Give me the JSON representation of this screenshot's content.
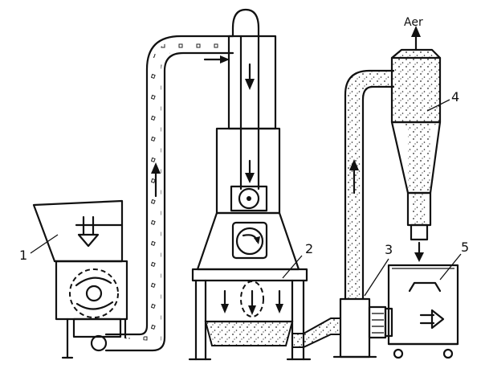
{
  "diagram": {
    "labels": [
      {
        "id": "1",
        "text": "1"
      },
      {
        "id": "2",
        "text": "2"
      },
      {
        "id": "3",
        "text": "3"
      },
      {
        "id": "4",
        "text": "4"
      },
      {
        "id": "5",
        "text": "5"
      }
    ],
    "air_label": "Aer"
  }
}
